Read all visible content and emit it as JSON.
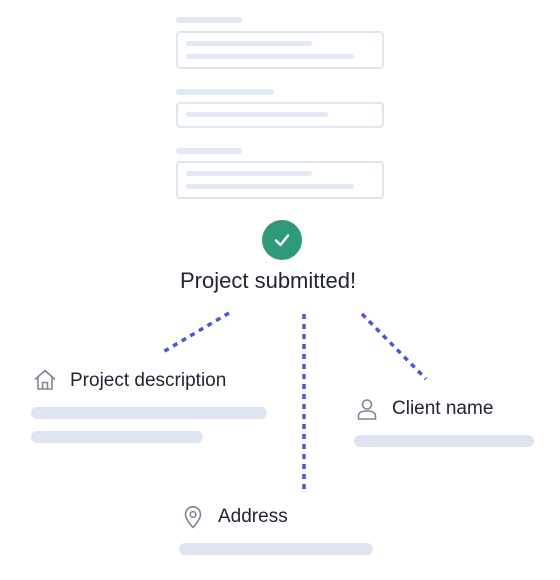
{
  "status": {
    "title": "Project submitted!",
    "icon": "check-icon",
    "badge_color": "#2e9a7a"
  },
  "fields": {
    "project_description": {
      "label": "Project description",
      "icon": "home-icon"
    },
    "client_name": {
      "label": "Client name",
      "icon": "user-icon"
    },
    "address": {
      "label": "Address",
      "icon": "location-pin-icon"
    }
  },
  "colors": {
    "connector": "#4a57d6",
    "skeleton": "#dde5f1",
    "text": "#1f2430"
  }
}
